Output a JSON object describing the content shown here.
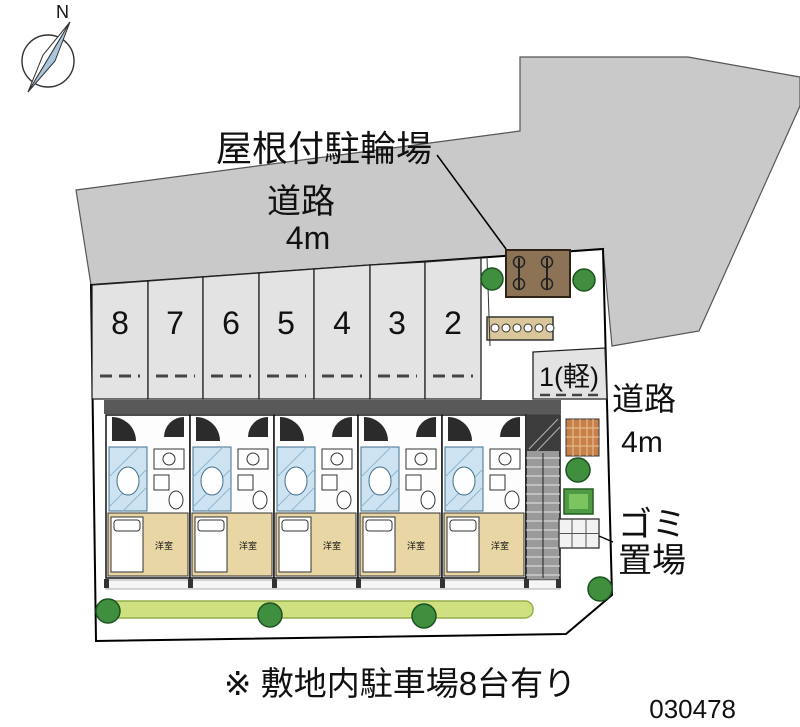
{
  "labels": {
    "bike_shed": "屋根付駐輪場",
    "road_top": [
      "道路",
      "4m"
    ],
    "road_right": [
      "道路",
      "4m"
    ],
    "garbage": [
      "ゴミ",
      "置場"
    ],
    "note": "※ 敷地内駐車場8台有り",
    "plan_number": "030478",
    "compass_north": "N"
  },
  "parking": {
    "stall_numbers": [
      "8",
      "7",
      "6",
      "5",
      "4",
      "3",
      "2"
    ],
    "kei_stall": "1(軽)"
  },
  "building": {
    "unit_count": 5,
    "room_label": "洋室"
  },
  "colors": {
    "road": "#c9c9c9",
    "stall": "#e3e3e3",
    "room": "#e8d6a4",
    "bath": "#cde3f1",
    "shed": "#8c7355",
    "rack": "#d9c79b",
    "tree": "#3f8f3f",
    "hedge": "#cfe081",
    "paving": "#c78048",
    "stairs": "#9a9a9a"
  }
}
